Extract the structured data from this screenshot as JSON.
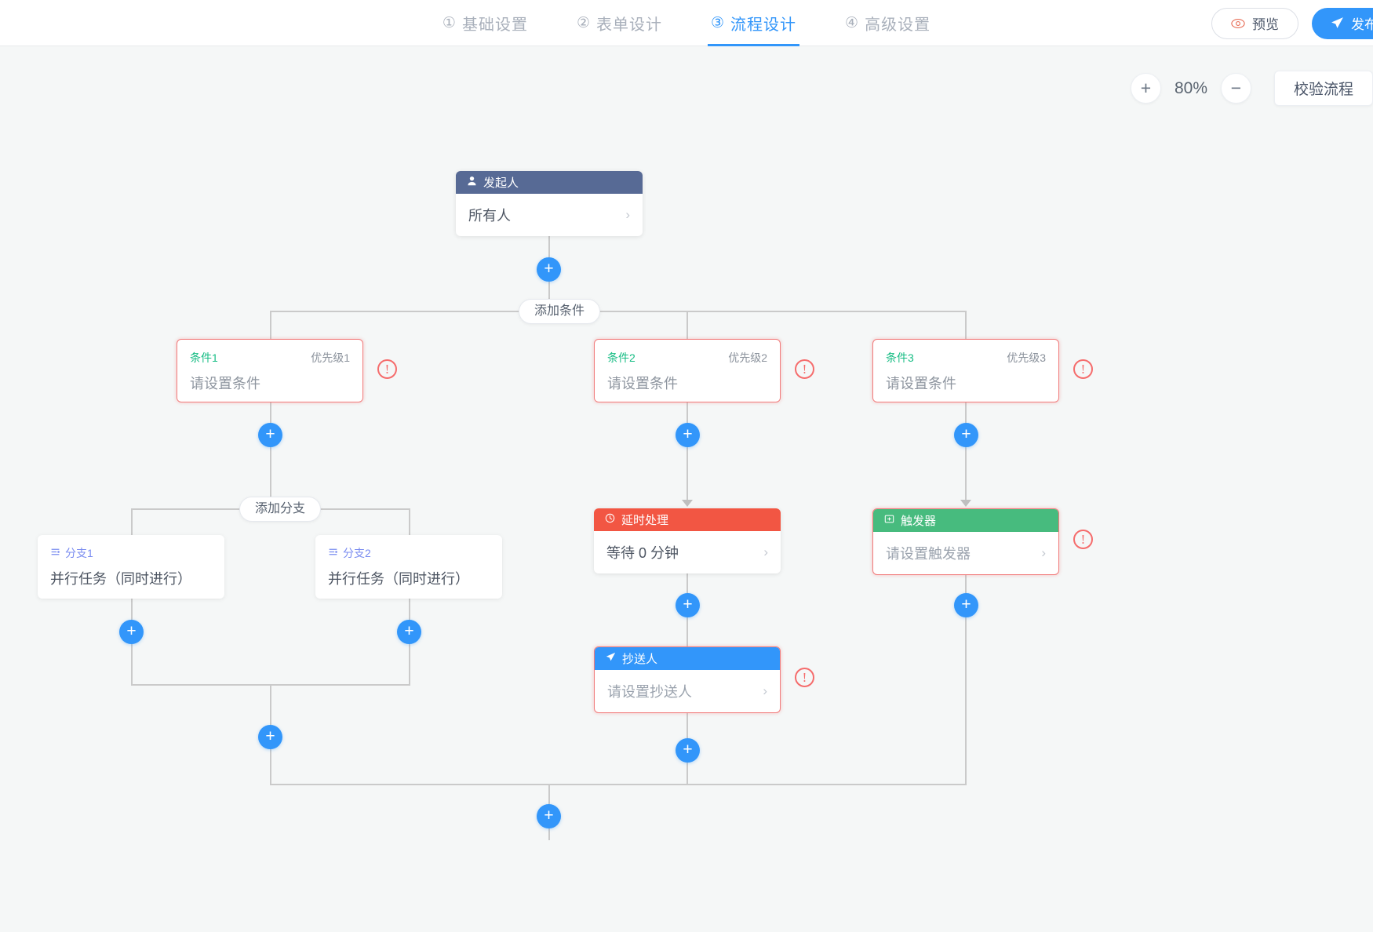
{
  "header": {
    "tabs": [
      {
        "num": "①",
        "label": "基础设置",
        "active": false
      },
      {
        "num": "②",
        "label": "表单设计",
        "active": false
      },
      {
        "num": "③",
        "label": "流程设计",
        "active": true
      },
      {
        "num": "④",
        "label": "高级设置",
        "active": false
      }
    ],
    "preview_label": "预览",
    "publish_label": "发布",
    "preview_icon": "eye-icon",
    "publish_icon": "paper-plane-icon"
  },
  "toolbar": {
    "zoom_in": "+",
    "zoom_out": "−",
    "zoom_value": "80%",
    "validate_label": "校验流程"
  },
  "colors": {
    "accent": "#3296fa",
    "initiator_header": "#576a95",
    "delay_header": "#f25643",
    "trigger_header": "#47bb7e",
    "cc_header": "#3296fa",
    "error": "#f56c6c",
    "condition_name": "#15bc83",
    "branch_name": "#7a8cf0",
    "canvas_bg": "#f5f7f7"
  },
  "flow": {
    "initiator": {
      "title": "发起人",
      "icon": "user-icon",
      "value": "所有人",
      "chevron": "›"
    },
    "add_condition_label": "添加条件",
    "add_branch_label": "添加分支",
    "plus_label": "+",
    "error_mark": "!",
    "conditions": [
      {
        "name": "条件1",
        "priority": "优先级1",
        "body": "请设置条件",
        "error": true
      },
      {
        "name": "条件2",
        "priority": "优先级2",
        "body": "请设置条件",
        "error": true
      },
      {
        "name": "条件3",
        "priority": "优先级3",
        "body": "请设置条件",
        "error": true
      }
    ],
    "branches": [
      {
        "name": "分支1",
        "icon": "branch-icon",
        "body": "并行任务（同时进行）"
      },
      {
        "name": "分支2",
        "icon": "branch-icon",
        "body": "并行任务（同时进行）"
      }
    ],
    "delay": {
      "title": "延时处理",
      "icon": "clock-icon",
      "value": "等待 0 分钟",
      "chevron": "›"
    },
    "cc": {
      "title": "抄送人",
      "icon": "paper-plane-icon",
      "value": "请设置抄送人",
      "chevron": "›",
      "error": true
    },
    "trigger": {
      "title": "触发器",
      "icon": "trigger-icon",
      "value": "请设置触发器",
      "chevron": "›",
      "error": true
    }
  }
}
